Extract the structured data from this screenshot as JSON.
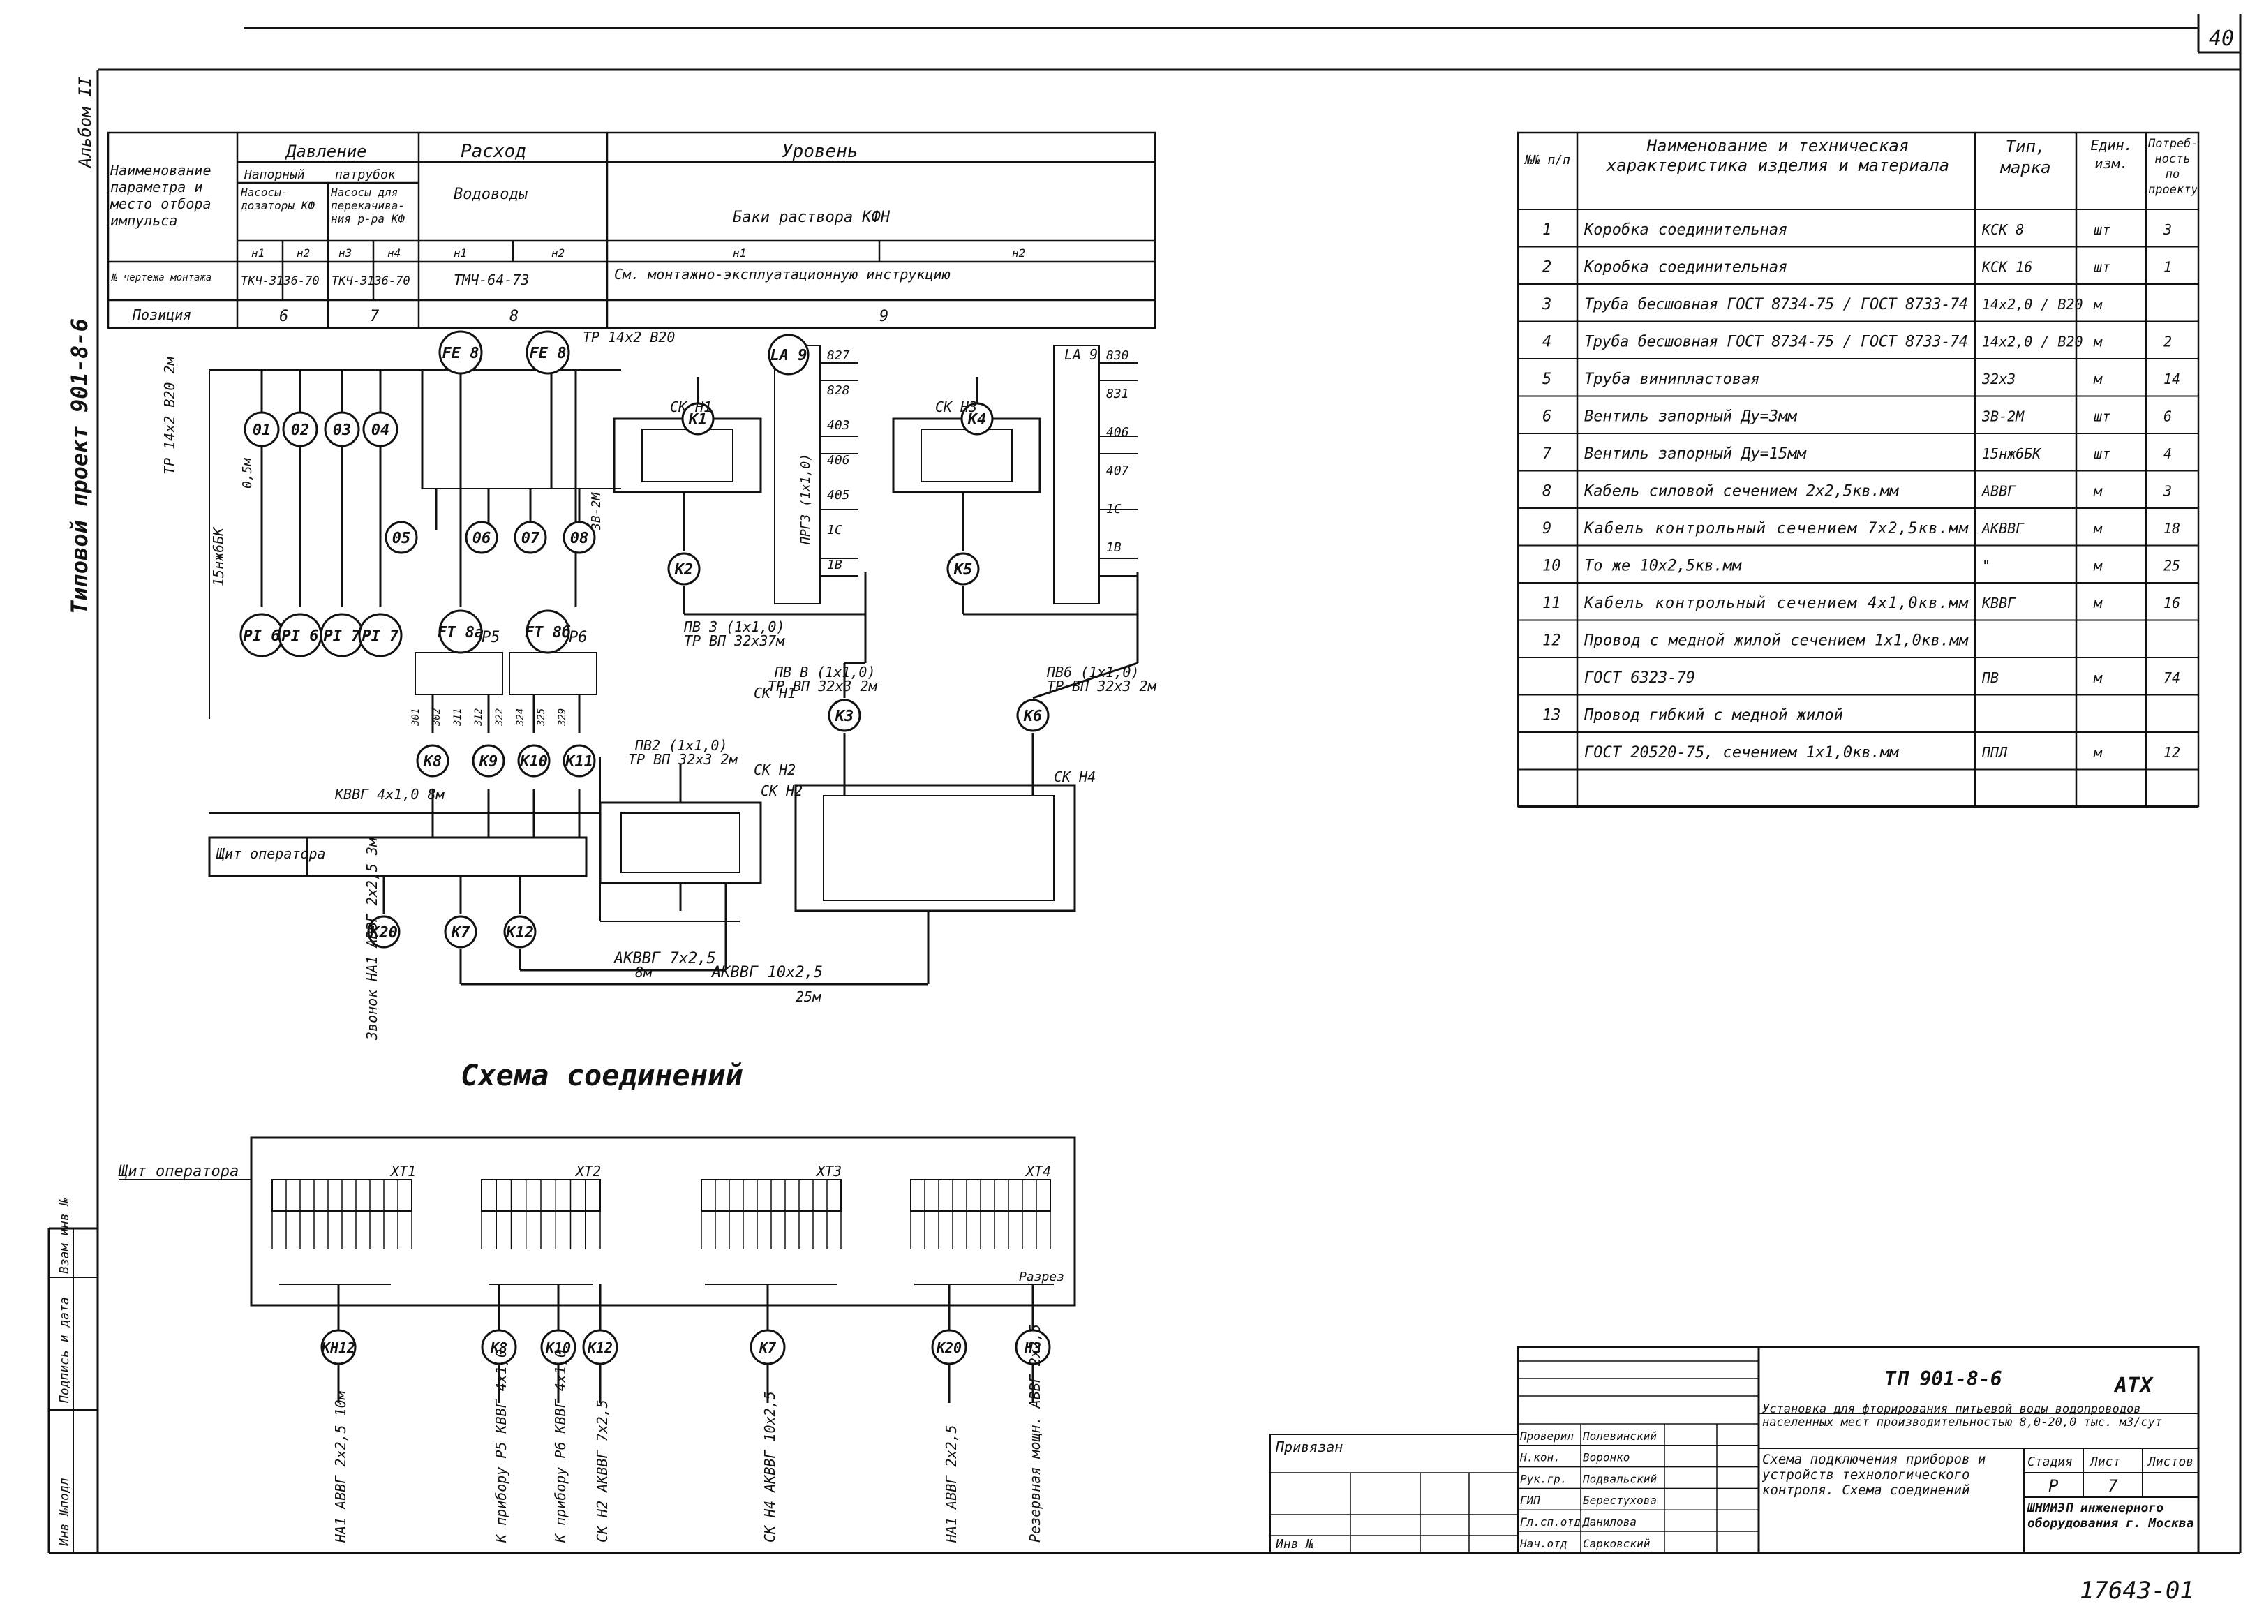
{
  "sheet_number": "40",
  "archive_number": "17643-01",
  "side_label": {
    "project": "Типовой проект 901-8-6",
    "album": "Альбом II"
  },
  "left_stamp_fields": [
    "Инв №подл",
    "Подпись и дата",
    "Взам инв №"
  ],
  "param_table": {
    "header_param": "Наименование параметра и место отбора импульса",
    "groups": [
      "Давление",
      "Расход",
      "Уровень"
    ],
    "davlenie_sub": [
      "Напорный",
      "патрубок"
    ],
    "davlenie_sub2": [
      "Насосы-дозаторы КФ",
      "Насосы для перекачива-ния р-ра КФ"
    ],
    "raskhod_sub": "Водоводы",
    "uroven_sub": "Баки раствора КФН",
    "index_cells": [
      "н1",
      "н2",
      "н3",
      "н4",
      "н1",
      "н2",
      "н1",
      "н2"
    ],
    "row_label_drawing": "№ чертежа монтажа",
    "row_label_position": "Позиция",
    "drawing_values": [
      "ТКЧ-3136-70",
      "ТКЧ-3136-70",
      "ТМЧ-64-73",
      "См. монтажно-эксплуатационную инструкцию"
    ],
    "positions": [
      "6",
      "7",
      "8",
      "9"
    ]
  },
  "spec_table": {
    "headers": {
      "num": "№№ п/п",
      "name": "Наименование и техническая характеристика изделия и материала",
      "type": "Тип, марка",
      "unit": "Един. изм.",
      "qty": "Потреб-ность по проекту"
    },
    "rows": [
      {
        "num": "1",
        "name": "Коробка соединительная",
        "type": "КСК 8",
        "unit": "шт",
        "qty": "3"
      },
      {
        "num": "2",
        "name": "Коробка соединительная",
        "type": "КСК 16",
        "unit": "шт",
        "qty": "1"
      },
      {
        "num": "3",
        "name": "Труба бесшовная ГОСТ 8734-75 / ГОСТ 8733-74",
        "type": "14х2,0 / В20",
        "unit": "м",
        "qty": ""
      },
      {
        "num": "4",
        "name": "Труба бесшовная ГОСТ 8734-75 / ГОСТ 8733-74",
        "type": "14х2,0 / В20",
        "unit": "м",
        "qty": "2"
      },
      {
        "num": "5",
        "name": "Труба винипластовая",
        "type": "32х3",
        "unit": "м",
        "qty": "14"
      },
      {
        "num": "6",
        "name": "Вентиль запорный Ду=3мм",
        "type": "3В-2М",
        "unit": "шт",
        "qty": "6"
      },
      {
        "num": "7",
        "name": "Вентиль запорный Ду=15мм",
        "type": "15нж6БК",
        "unit": "шт",
        "qty": "4"
      },
      {
        "num": "8",
        "name": "Кабель силовой сечением 2х2,5кв.мм",
        "type": "АВВГ",
        "unit": "м",
        "qty": "3"
      },
      {
        "num": "9",
        "name": "Кабель контрольный сечением 7х2,5кв.мм",
        "type": "АКВВГ",
        "unit": "м",
        "qty": "18"
      },
      {
        "num": "10",
        "name": "То же 10х2,5кв.мм",
        "type": "\"",
        "unit": "м",
        "qty": "25"
      },
      {
        "num": "11",
        "name": "Кабель контрольный сечением 4х1,0кв.мм",
        "type": "КВВГ",
        "unit": "м",
        "qty": "16"
      },
      {
        "num": "12",
        "name": "Провод с медной жилой сечением 1х1,0кв.мм",
        "type": "",
        "unit": "",
        "qty": ""
      },
      {
        "num": "",
        "name": "ГОСТ 6323-79",
        "type": "ПВ",
        "unit": "м",
        "qty": "74"
      },
      {
        "num": "13",
        "name": "Провод гибкий с медной жилой",
        "type": "",
        "unit": "",
        "qty": ""
      },
      {
        "num": "",
        "name": "ГОСТ 20520-75, сечением 1х1,0кв.мм",
        "type": "ППЛ",
        "unit": "м",
        "qty": "12"
      },
      {
        "num": "",
        "name": "",
        "type": "",
        "unit": "",
        "qty": ""
      }
    ]
  },
  "schematic": {
    "instruments_top": [
      "01",
      "02",
      "03",
      "04"
    ],
    "instruments_p": [
      "PI 6",
      "PI 6",
      "PI 7",
      "PI 7"
    ],
    "flow_top": [
      "FE 8",
      "FE 8"
    ],
    "flow_bottom": [
      "FT 8а",
      "FT 8б"
    ],
    "level_labels": [
      "LA 9",
      "LA 9"
    ],
    "nodes_b": [
      "05",
      "06",
      "07",
      "08"
    ],
    "k_nodes": [
      "К1",
      "К2",
      "К3",
      "К4",
      "К5",
      "К6",
      "К7",
      "К8",
      "К9",
      "К10",
      "К11",
      "К12",
      "К20"
    ],
    "boxes": [
      "СК Н1",
      "СК Н2",
      "СК Н3",
      "СК Н4"
    ],
    "shield_label": "Щит оператора",
    "positions_p": [
      "Р5",
      "Р6"
    ],
    "labels": [
      "ТР 14х2 В20 2м",
      "ТР 14х2 В20",
      "15нж6БК",
      "0,5м",
      "3В-2М",
      "ПВ 3 (1х1,0)",
      "ТР ВП 32х3",
      "7м",
      "ПРГ3 (1х1,0)",
      "ПВ В (1х1,0)",
      "ТР ВП 32х3 2м",
      "ПВ6 (1х1,0)",
      "ТР ВП 32х3 2м",
      "ПВ2 (1х1,0)",
      "ТР ВП 32х3 2м",
      "КВВГ 4х1,0 8м",
      "АКВВГ 7х2,5",
      "8м",
      "АКВВГ 10х2,5",
      "25м",
      "Звонок НА1 АВВГ 2х2,5 3м"
    ],
    "terminal_nums_1": [
      "827",
      "828",
      "403",
      "406",
      "405",
      "1С",
      "1В"
    ],
    "terminal_nums_2": [
      "830",
      "831",
      "406",
      "407",
      "1С",
      "1В"
    ],
    "box_terms": [
      "301",
      "302",
      "311",
      "312",
      "322",
      "324",
      "325",
      "329"
    ]
  },
  "connections_title": "Схема соединений",
  "bottom_panel": {
    "shield_label": "Щит оператора",
    "strips": [
      "ХТ1",
      "ХТ2",
      "ХТ3",
      "ХТ4"
    ],
    "razrez": "Разрез",
    "cables": [
      {
        "node": "КН12",
        "label": "НА1 АВВГ 2х2,5 10м"
      },
      {
        "node": "К8",
        "label": "К прибору Р5 КВВГ 4х1,0"
      },
      {
        "node": "К10",
        "label": "К прибору Р6 КВВГ 4х1,0"
      },
      {
        "node": "К12",
        "label": "СК Н2 АКВВГ 7х2,5"
      },
      {
        "node": "К7",
        "label": "СК Н4 АКВВГ 10х2,5"
      },
      {
        "node": "К20",
        "label": "НА1 АВВГ 2х2,5"
      },
      {
        "node": "Н3",
        "label": "Резервная мощн. АВВГ 2х2,5"
      }
    ]
  },
  "title_block": {
    "code": "ТП 901-8-6",
    "mark": "АТХ",
    "project_title": "Установка для фторирования питьевой воды водопроводов населенных мест производительностью 8,0-20,0 тыс. м3/сут",
    "sheet_title": "Схема подключения приборов и устройств технологического контроля. Схема соединений",
    "stage_label": "Стадия",
    "sheet_label": "Лист",
    "sheets_label": "Листов",
    "stage": "Р",
    "sheet": "7",
    "sheets": "",
    "org": "ШНИИЭП инженерного оборудования г. Москва",
    "privyazan": "Привязан",
    "inv_no": "Инв №",
    "roles": [
      "Проверил",
      "Н.кон.",
      "Рук.гр.",
      "ГИП",
      "Гл.сп.отд",
      "Нач.отд"
    ],
    "names": [
      "Полевинский",
      "Воронко",
      "Подвальский",
      "Берестухова",
      "Данилова",
      "Сарковский"
    ]
  }
}
